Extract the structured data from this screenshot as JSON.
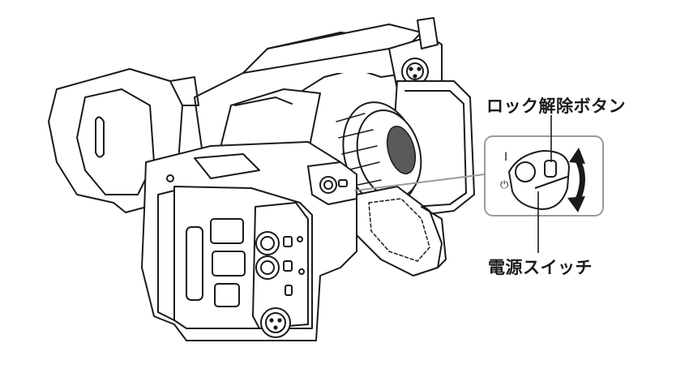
{
  "labels": {
    "lock_release_button": "ロック解除ボタン",
    "power_switch": "電源スイッチ"
  },
  "switch_marks": {
    "on": "I",
    "standby": "⏻"
  },
  "colors": {
    "line": "#1a1a1a",
    "callout_gray": "#9a9a9a",
    "fill": "#ffffff",
    "shade": "#5a5a5a"
  }
}
